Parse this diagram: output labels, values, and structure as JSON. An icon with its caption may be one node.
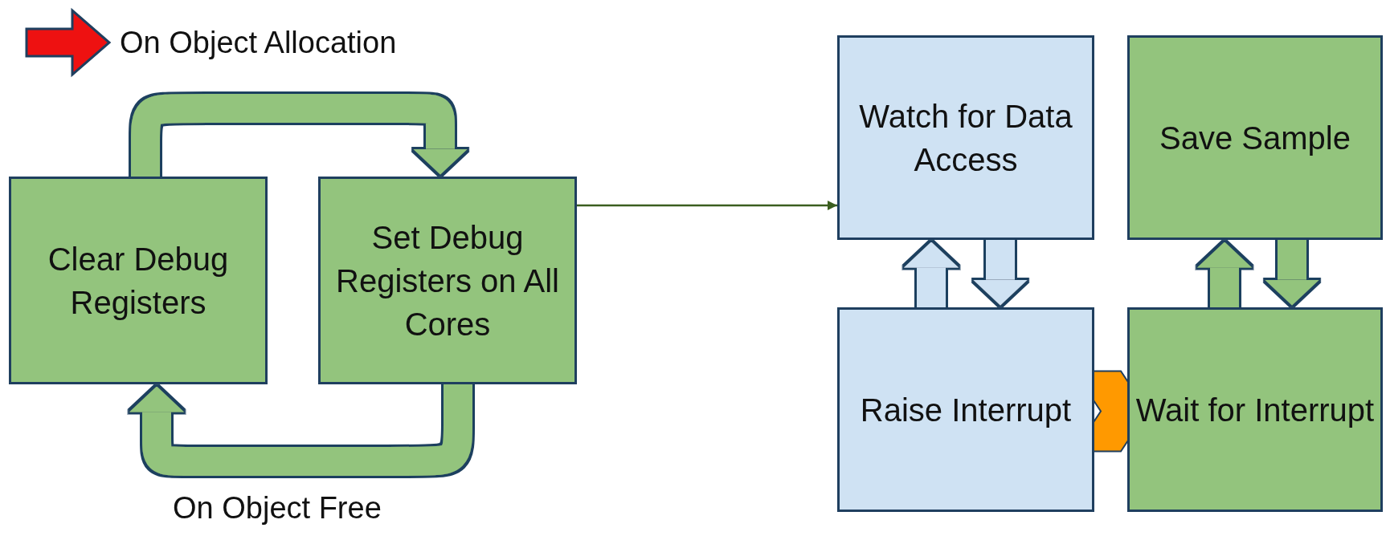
{
  "diagram": {
    "nodes": [
      {
        "text": [
          "Clear Debug Registers"
        ]
      },
      {
        "text": [
          "Set Debug Registers on All Cores"
        ]
      },
      {
        "text": [
          "Watch for Data Access"
        ]
      },
      {
        "text": [
          "Save Sample"
        ]
      },
      {
        "text": [
          "Raise Interrupt"
        ]
      },
      {
        "text": [
          "Wait for Interrupt"
        ]
      }
    ],
    "edges": [
      {
        "from": 0,
        "to": 1,
        "arrow": "to",
        "color": "#93c47d"
      },
      {
        "from": 1,
        "to": 0,
        "arrow": "to",
        "color": "#93c47d",
        "label": "On Object Free"
      },
      {
        "from": 1,
        "to": 2,
        "arrow": "to",
        "color": "#3b5e1f"
      },
      {
        "from": 4,
        "to": 2,
        "arrow": "to",
        "color": "#cfe2f3"
      },
      {
        "from": 2,
        "to": 4,
        "arrow": "to",
        "color": "#cfe2f3"
      },
      {
        "from": 5,
        "to": 3,
        "arrow": "to",
        "color": "#93c47d"
      },
      {
        "from": 3,
        "to": 5,
        "arrow": "to",
        "color": "#93c47d"
      },
      {
        "from": 4,
        "to": 5,
        "arrow": "to",
        "color": "#ff9900"
      }
    ],
    "legend": [
      {
        "text": "On Object Allocation"
      }
    ]
  }
}
